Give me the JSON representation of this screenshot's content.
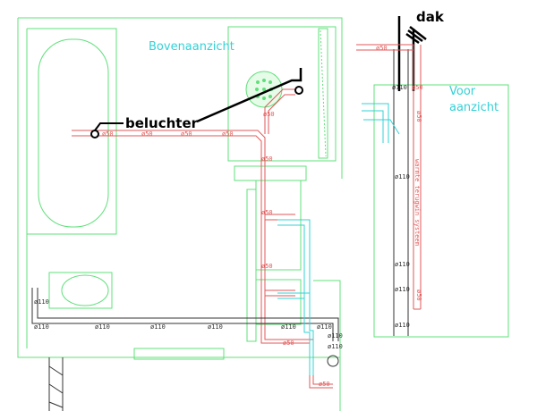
{
  "colors": {
    "wall": "#5fe07a",
    "drain": "#e05a5a",
    "water": "#33d1d6",
    "pipe_dark": "#333333",
    "annotation": "#000000"
  },
  "top_view": {
    "title": "Bovenaanzicht",
    "labels_d50": [
      "ø50",
      "ø50",
      "ø50",
      "ø50",
      "ø50",
      "ø50",
      "ø50",
      "ø50",
      "ø50",
      "ø50"
    ],
    "labels_d110": [
      "ø110",
      "ø110",
      "ø110",
      "ø110",
      "ø110",
      "ø110",
      "ø110",
      "ø110",
      "ø110"
    ]
  },
  "front_view": {
    "title_line1": "Voor",
    "title_line2": "aanzicht",
    "system_label": "warmte terugwin systeem",
    "labels_d50": [
      "ø50",
      "ø50",
      "ø50",
      "ø50"
    ],
    "labels_d110": [
      "ø110",
      "ø110",
      "ø110",
      "ø110",
      "ø110"
    ]
  },
  "annotations": {
    "aerator": "beluchter",
    "roof": "dak"
  }
}
